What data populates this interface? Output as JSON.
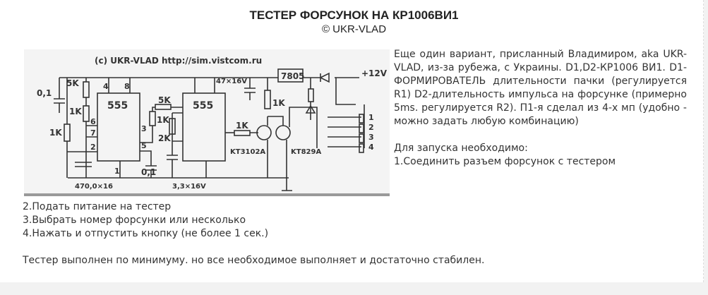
{
  "header": {
    "title": "ТЕСТЕР ФОРСУНОК НА КР1006ВИ1",
    "subtitle": "© UKR-VLAD"
  },
  "schematic": {
    "credit": "(c) UKR-VLAD http://sim.vistcom.ru",
    "labels": {
      "c1": "0,1",
      "r5k_a": "5K",
      "r1k_a": "1K",
      "r1k_b": "1K",
      "chip1": "555",
      "chip2": "555",
      "r5k_b": "5K",
      "r1k_c": "1K",
      "r2k": "2K",
      "c47": "47×16V",
      "r1k_d": "1K",
      "reg": "7805",
      "v12": "+12V",
      "r1k_e": "1K",
      "t1": "KT3102A",
      "t2": "KT829A",
      "c470": "470,0×16",
      "c01": "0,1",
      "c33": "3,3×16V",
      "p4": "4",
      "p8": "8",
      "p6": "6",
      "p7": "7",
      "p2": "2",
      "p3": "3",
      "p5": "5",
      "p1": "1",
      "o1": "1",
      "o2": "2",
      "o3": "3",
      "o4": "4"
    }
  },
  "description": {
    "paragraph": "Еще один вариант, присланный Владимиром, aka UKR-VLAD, из-за рубежа, с Украины. D1,D2-КР1006 ВИ1. D1-ФОРМИРОВАТЕЛЬ длительности пачки (регулируется R1) D2-длительность импульса на форсунке (примерно 5ms. регулируется R2). П1-я сделал из 4-х мп (удобно - можно задать любую комбинацию)",
    "steps_intro": "Для запуска необходимо:",
    "steps": [
      "1.Соединить разъем форсунок с тестером",
      "2.Подать питание на тестер",
      "3.Выбрать номер форсунки или несколько",
      "4.Нажать и отпустить кнопку (не более 1 сек.)"
    ],
    "conclusion": "Тестер выполнен по минимуму. но все необходимое выполняет и достаточно стабилен."
  }
}
